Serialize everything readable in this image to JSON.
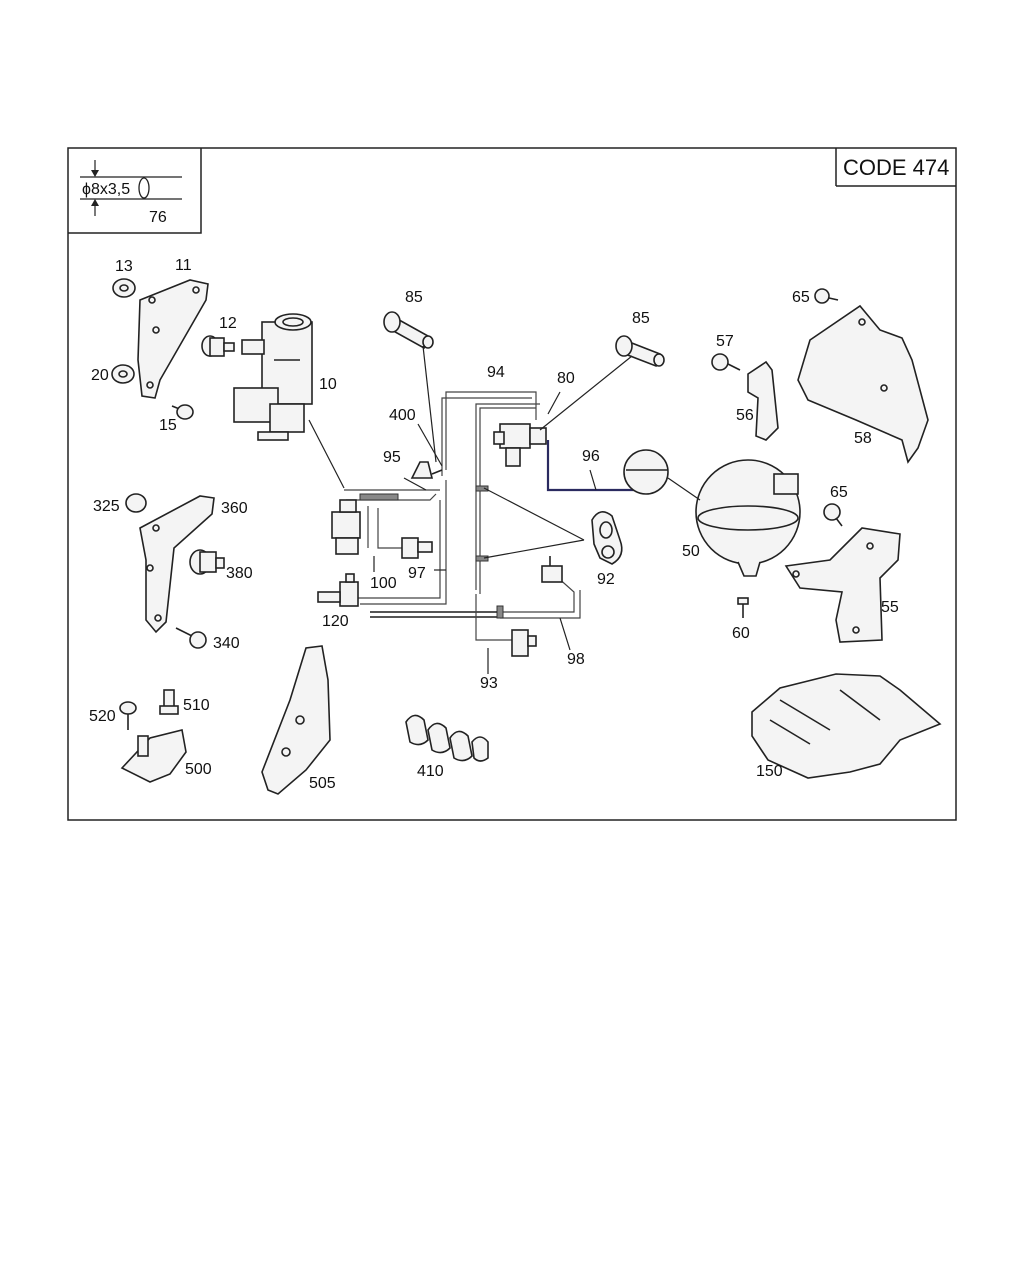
{
  "diagram": {
    "code_badge": "CODE 474",
    "legend": {
      "dimension": "ϕ8x3,5",
      "part": "76"
    },
    "labels": {
      "p10": "10",
      "p11": "11",
      "p12": "12",
      "p13": "13",
      "p15": "15",
      "p20": "20",
      "p50": "50",
      "p55": "55",
      "p56": "56",
      "p57": "57",
      "p58": "58",
      "p60": "60",
      "p65a": "65",
      "p65b": "65",
      "p80": "80",
      "p85a": "85",
      "p85b": "85",
      "p92": "92",
      "p93": "93",
      "p94": "94",
      "p95": "95",
      "p96": "96",
      "p97": "97",
      "p98": "98",
      "p100": "100",
      "p120": "120",
      "p150": "150",
      "p325": "325",
      "p340": "340",
      "p360": "360",
      "p380": "380",
      "p400": "400",
      "p410": "410",
      "p500": "500",
      "p505": "505",
      "p510": "510",
      "p520": "520"
    }
  }
}
